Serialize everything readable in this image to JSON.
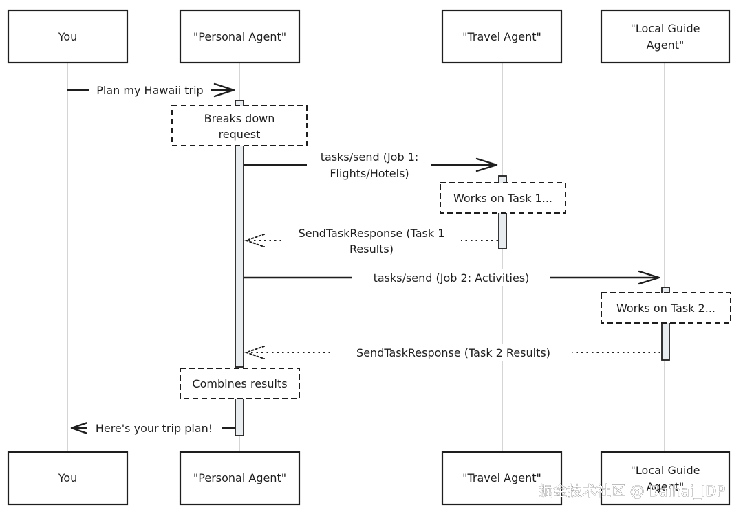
{
  "actors": [
    {
      "id": "you",
      "top_lines": [
        "You"
      ],
      "bottom_lines": [
        "You"
      ]
    },
    {
      "id": "personal",
      "top_lines": [
        "\"Personal Agent\""
      ],
      "bottom_lines": [
        "\"Personal Agent\""
      ]
    },
    {
      "id": "travel",
      "top_lines": [
        "\"Travel Agent\""
      ],
      "bottom_lines": [
        "\"Travel Agent\""
      ]
    },
    {
      "id": "guide",
      "top_lines": [
        "\"Local Guide",
        "Agent\""
      ],
      "bottom_lines": [
        "\"Local Guide",
        "Agent\""
      ]
    }
  ],
  "messages": [
    {
      "id": "plan-trip",
      "from": "you",
      "to": "personal",
      "style": "solid",
      "lines": [
        "Plan my Hawaii trip"
      ]
    },
    {
      "id": "tasks-send-job1",
      "from": "personal",
      "to": "travel",
      "style": "solid",
      "lines": [
        "tasks/send (Job 1:",
        "Flights/Hotels)"
      ]
    },
    {
      "id": "task1-response",
      "from": "travel",
      "to": "personal",
      "style": "dotted",
      "lines": [
        "SendTaskResponse (Task 1",
        "Results)"
      ]
    },
    {
      "id": "tasks-send-job2",
      "from": "personal",
      "to": "guide",
      "style": "solid",
      "lines": [
        "tasks/send (Job 2: Activities)"
      ]
    },
    {
      "id": "task2-response",
      "from": "guide",
      "to": "personal",
      "style": "dotted",
      "lines": [
        "SendTaskResponse (Task 2 Results)"
      ]
    },
    {
      "id": "trip-plan",
      "from": "personal",
      "to": "you",
      "style": "solid",
      "lines": [
        "Here's your trip plan!"
      ]
    }
  ],
  "notes": [
    {
      "id": "breaks-down",
      "lines": [
        "Breaks down",
        "request"
      ]
    },
    {
      "id": "works-task1",
      "lines": [
        "Works on Task 1..."
      ]
    },
    {
      "id": "works-task2",
      "lines": [
        "Works on Task 2..."
      ]
    },
    {
      "id": "combines",
      "lines": [
        "Combines results"
      ]
    }
  ],
  "watermark": "掘金技术社区 @ Baihai_IDP"
}
